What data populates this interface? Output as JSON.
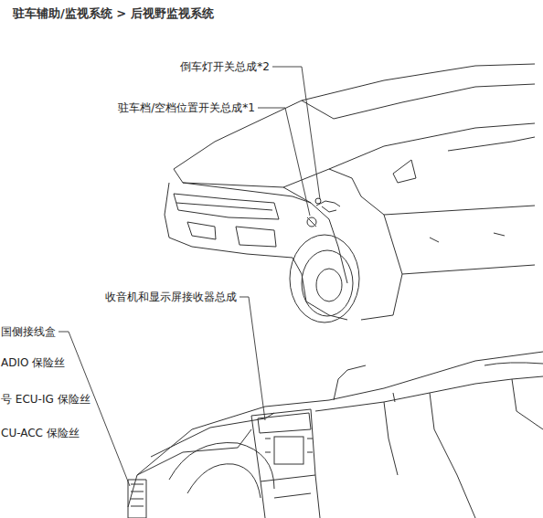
{
  "diagram": {
    "title": "驻车辅助/监视系统 > 后视野监视系统",
    "labels": [
      "倒车灯开关总成*2",
      "驻车档/空档位置开关总成*1",
      "收音机和显示屏接收器总成",
      "国侧接线盒",
      "ADIO 保险丝",
      "号 ECU-IG 保险丝",
      "CU-ACC 保险丝"
    ]
  }
}
